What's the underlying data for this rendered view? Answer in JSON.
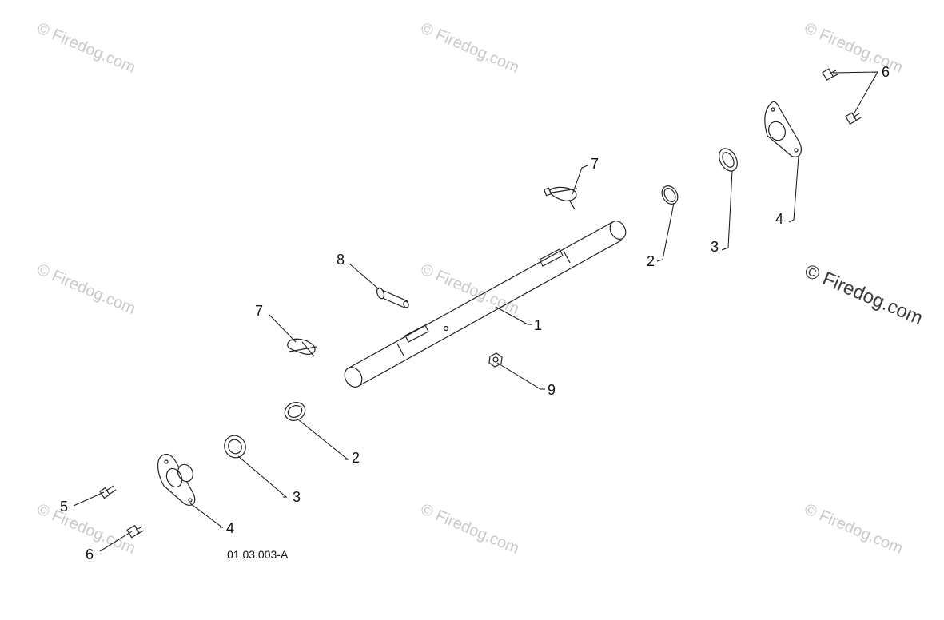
{
  "watermark": {
    "text": "© Firedog.com",
    "prominent_text": "© Firedog.com"
  },
  "diagram_id": "01.03.003-A",
  "callouts": {
    "shaft": "1",
    "bushing_right": "2",
    "bushing_left": "2",
    "washer_right": "3",
    "washer_left": "3",
    "bearing_flange_right": "4",
    "bearing_flange_left": "4",
    "bolt_left": "5",
    "nut_top_right": "6",
    "nut_bottom_left": "6",
    "hairpin_top": "7",
    "hairpin_left": "7",
    "clevis_pin": "8",
    "hex_nut": "9"
  }
}
